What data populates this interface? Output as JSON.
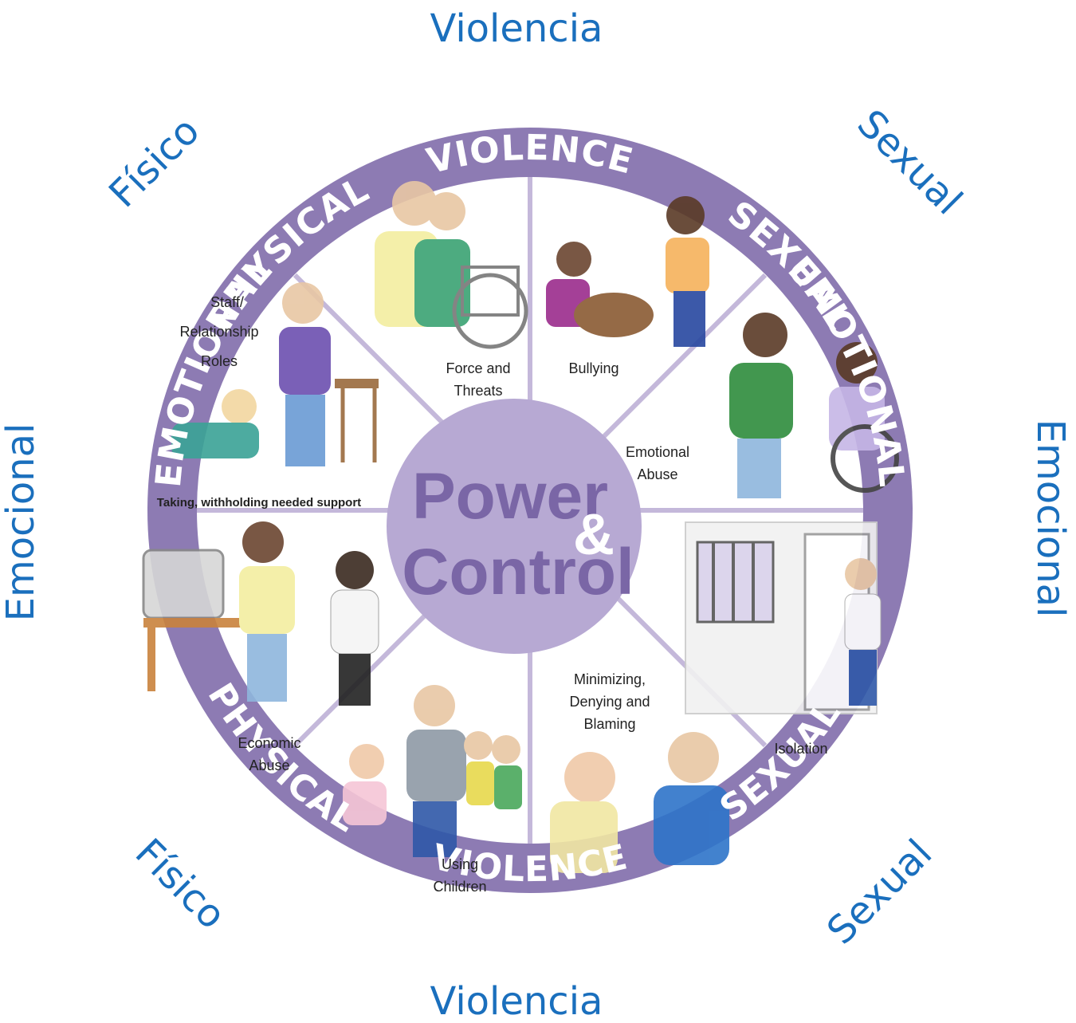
{
  "spanish_labels": {
    "top": "Violencia",
    "bottom": "Violencia",
    "top_left": "Físico",
    "bottom_left": "Físico",
    "top_right": "Sexual",
    "bottom_right": "Sexual",
    "left": "Emocional",
    "right": "Emocional"
  },
  "ring_labels": {
    "violence_top": "VIOLENCE",
    "violence_bottom": "VIOLENCE",
    "physical_top": "PHYSICAL",
    "physical_bottom": "PHYSICAL",
    "sexual_top": "SEXUAL",
    "sexual_bottom": "SEXUAL",
    "emotional_left": "EMOTIONAL",
    "emotional_right": "EMOTIONAL"
  },
  "hub": {
    "line1": "Power",
    "amp": "&",
    "line2": "Control"
  },
  "segments": {
    "force_line1": "Force and",
    "force_line2": "Threats",
    "bullying": "Bullying",
    "emotional_line1": "Emotional",
    "emotional_line2": "Abuse",
    "isolation": "Isolation",
    "minimizing_line1": "Minimizing,",
    "minimizing_line2": "Denying and",
    "minimizing_line3": "Blaming",
    "children_line1": "Using",
    "children_line2": "Children",
    "economic_line1": "Economic",
    "economic_line2": "Abuse",
    "staff_line1": "Staff/",
    "staff_line2": "Relationship",
    "staff_line3": "Roles",
    "taking": "Taking, withholding needed support"
  },
  "colors": {
    "ring": "#8d7bb3",
    "spoke": "#c4b8da",
    "hub": "#b7a9d3",
    "hub_text": "#7a66a6",
    "spanish": "#1a6fbd"
  }
}
